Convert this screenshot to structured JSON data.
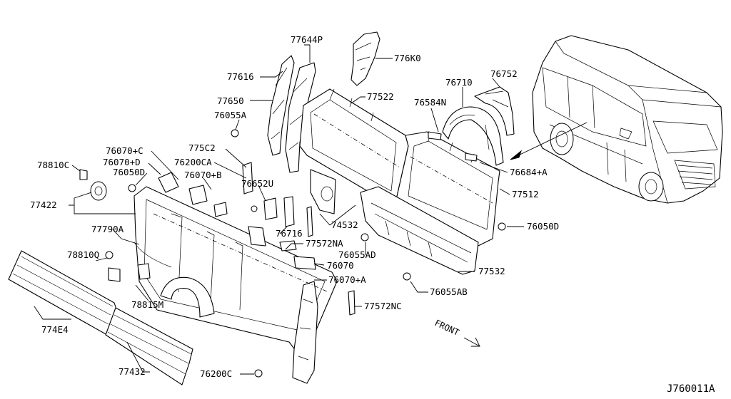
{
  "diagram": {
    "drawing_code": "J760011A",
    "front_label": "FRONT",
    "callouts": [
      {
        "id": "77644p",
        "text": "77644P"
      },
      {
        "id": "776k0",
        "text": "776K0"
      },
      {
        "id": "77616",
        "text": "77616"
      },
      {
        "id": "77522",
        "text": "77522"
      },
      {
        "id": "76710",
        "text": "76710"
      },
      {
        "id": "76752",
        "text": "76752"
      },
      {
        "id": "77650",
        "text": "77650"
      },
      {
        "id": "76584n",
        "text": "76584N"
      },
      {
        "id": "76055a",
        "text": "76055A"
      },
      {
        "id": "775c2",
        "text": "775C2"
      },
      {
        "id": "76070c",
        "text": "76070+C"
      },
      {
        "id": "76200ca",
        "text": "76200CA"
      },
      {
        "id": "76070d",
        "text": "76070+D"
      },
      {
        "id": "78810c",
        "text": "78810C"
      },
      {
        "id": "76050d-left",
        "text": "76050D"
      },
      {
        "id": "76070b",
        "text": "76070+B"
      },
      {
        "id": "76652u",
        "text": "76652U"
      },
      {
        "id": "76684a",
        "text": "76684+A"
      },
      {
        "id": "77512",
        "text": "77512"
      },
      {
        "id": "77422",
        "text": "77422"
      },
      {
        "id": "74532",
        "text": "74532"
      },
      {
        "id": "76050d-right",
        "text": "76050D"
      },
      {
        "id": "77790a",
        "text": "77790A"
      },
      {
        "id": "76716",
        "text": "76716"
      },
      {
        "id": "77572na",
        "text": "77572NA"
      },
      {
        "id": "78810q",
        "text": "78810Q"
      },
      {
        "id": "76055ad",
        "text": "76055AD"
      },
      {
        "id": "76070",
        "text": "76070"
      },
      {
        "id": "77532",
        "text": "77532"
      },
      {
        "id": "76070a",
        "text": "76070+A"
      },
      {
        "id": "76055ab",
        "text": "76055AB"
      },
      {
        "id": "78815m",
        "text": "78815M"
      },
      {
        "id": "77572nc",
        "text": "77572NC"
      },
      {
        "id": "774e4",
        "text": "774E4"
      },
      {
        "id": "77432",
        "text": "77432"
      },
      {
        "id": "76200c",
        "text": "76200C"
      }
    ]
  }
}
